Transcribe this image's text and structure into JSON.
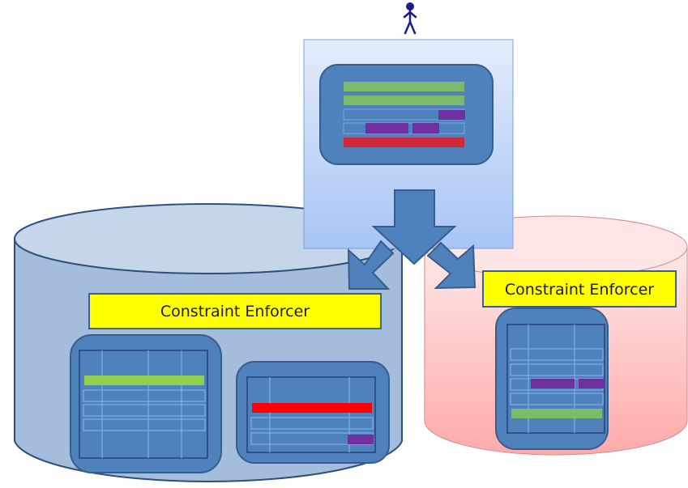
{
  "diagram": {
    "user": {
      "icon": "person-icon",
      "color": "#1b1b8a"
    },
    "client_panel": {
      "rows": [
        {
          "cells": [
            {
              "color": "green"
            }
          ]
        },
        {
          "cells": [
            {
              "color": "green"
            }
          ]
        },
        {
          "cells": [
            {
              "color": "purple"
            }
          ]
        },
        {
          "cells": [
            {
              "color": "purple"
            },
            {
              "color": "purple"
            }
          ]
        },
        {
          "cells": [
            {
              "color": "red"
            }
          ]
        }
      ]
    },
    "arrows": [
      "down",
      "down-left",
      "down-right"
    ],
    "databases": [
      {
        "name": "left-database",
        "color_theme": "blue",
        "label": "Constraint Enforcer",
        "tables": [
          {
            "name": "table-a",
            "highlight_rows": [
              "green"
            ]
          },
          {
            "name": "table-b",
            "highlight_rows": [
              "red",
              "purple"
            ]
          }
        ]
      },
      {
        "name": "right-database",
        "color_theme": "pink",
        "label": "Constraint Enforcer",
        "tables": [
          {
            "name": "table-c",
            "highlight_rows": [
              "purple",
              "purple",
              "green"
            ]
          }
        ]
      }
    ]
  },
  "colors": {
    "green_light": "#92d050",
    "green": "#7dbb6a",
    "red": "#ff0000",
    "red_dark": "#d0283a",
    "purple": "#7030a0",
    "yellow": "#ffff00",
    "blue_fill": "#4f81bd",
    "blue_stroke": "#385d8a",
    "grid_line": "#6fa0e0"
  }
}
